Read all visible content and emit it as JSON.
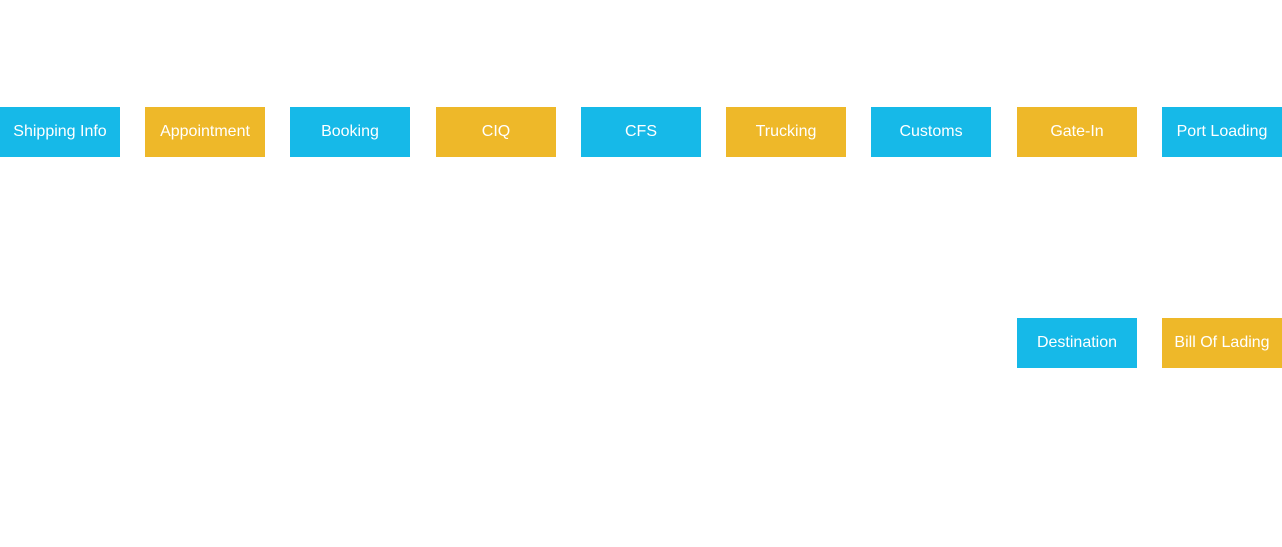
{
  "colors": {
    "blue": "#16b9e8",
    "gold": "#eeb829",
    "text": "#ffffff",
    "background": "#ffffff"
  },
  "flow": {
    "row1": [
      {
        "label": "Shipping Info",
        "color": "blue"
      },
      {
        "label": "Appointment",
        "color": "gold"
      },
      {
        "label": "Booking",
        "color": "blue"
      },
      {
        "label": "CIQ",
        "color": "gold"
      },
      {
        "label": "CFS",
        "color": "blue"
      },
      {
        "label": "Trucking",
        "color": "gold"
      },
      {
        "label": "Customs",
        "color": "blue"
      },
      {
        "label": "Gate-In",
        "color": "gold"
      },
      {
        "label": "Port Loading",
        "color": "blue"
      }
    ],
    "row2": [
      {
        "label": "Destination",
        "color": "blue"
      },
      {
        "label": "Bill Of Lading",
        "color": "gold"
      }
    ]
  }
}
